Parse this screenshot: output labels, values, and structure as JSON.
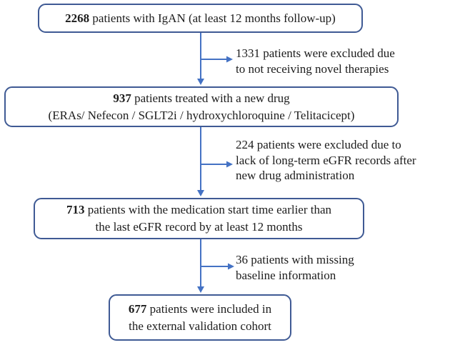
{
  "figure": {
    "background": "#ffffff",
    "box_border_color": "#3f5a94",
    "arrow_color": "#4472c4",
    "text_color": "#1c1c1c"
  },
  "flow": {
    "boxes": [
      {
        "count": "2268",
        "text": "patients with IgAN (at least 12 months follow-up)"
      },
      {
        "count": "937",
        "text": "patients treated with a new drug",
        "line2": "(ERAs/ Nefecon / SGLT2i / hydroxychloroquine / Telitacicept)"
      },
      {
        "count": "713",
        "text": "patients with the medication start time earlier than",
        "line2": "the last eGFR record by at least 12 months"
      },
      {
        "count": "677",
        "text": "patients were included in",
        "line2": "the external validation cohort"
      }
    ],
    "exclusions": [
      {
        "line1": "1331 patients were excluded due",
        "line2": "to not receiving novel therapies"
      },
      {
        "line1": "224 patients were excluded due to",
        "line2": "lack of long-term eGFR records after",
        "line3": "new drug administration"
      },
      {
        "line1": "36 patients with missing",
        "line2": "baseline information"
      }
    ]
  }
}
